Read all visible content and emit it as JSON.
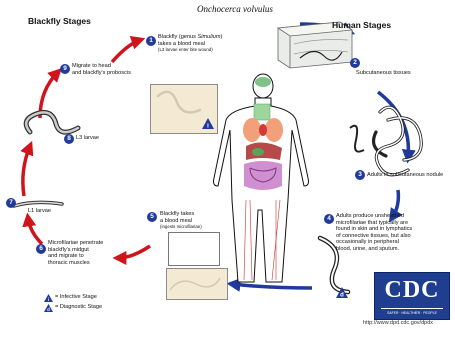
{
  "title": "Onchocerca volvulus",
  "headers": {
    "blackfly": "Blackfly Stages",
    "human": "Human Stages"
  },
  "steps": [
    {
      "num": "1",
      "text_a": "Blackfly (genus",
      "text_a_em": "Simulium",
      "text_a_end": ")",
      "text_b": "takes a blood meal",
      "text_c": "(L3 larvae enter bite wound)"
    },
    {
      "num": "2",
      "text": "Subcutaneous tissues"
    },
    {
      "num": "3",
      "text": "Adults in subcutaneous nodule"
    },
    {
      "num": "4",
      "lines": [
        "Adults produce unsheathed",
        "microfilariae that typically are",
        "found in skin and in lymphatics",
        "of connective tissues, but also",
        "occasionally in peripheral",
        "blood, urine, and sputum."
      ]
    },
    {
      "num": "5",
      "lines": [
        "Blackfly takes",
        "a blood meal"
      ],
      "sub": "(ingests microfilariae)"
    },
    {
      "num": "6",
      "lines": [
        "Microfilariae penetrate",
        "blackfly's midgut",
        "and migrate to",
        "thoracic muscles"
      ]
    },
    {
      "num": "7",
      "text": "L1 larvae"
    },
    {
      "num": "8",
      "text": "L3 larvae"
    },
    {
      "num": "9",
      "lines": [
        "Migrate to head",
        "and blackfly's proboscis"
      ]
    }
  ],
  "stage_marks": {
    "infective": "i",
    "diagnostic": "d"
  },
  "legend": [
    {
      "mark": "i",
      "text": "= Infective Stage"
    },
    {
      "mark": "d",
      "text": "= Diagnostic Stage"
    }
  ],
  "logo": {
    "letters": "CDC",
    "tagline": "SAFER · HEALTHIER · PEOPLE"
  },
  "url": "http://www.dpd.cdc.gov/dpdx",
  "colors": {
    "badge": "#223a9a",
    "red_arrow": "#d0141c",
    "blue_arrow": "#1f3a9a",
    "logo_bg": "#1f3e8f"
  }
}
